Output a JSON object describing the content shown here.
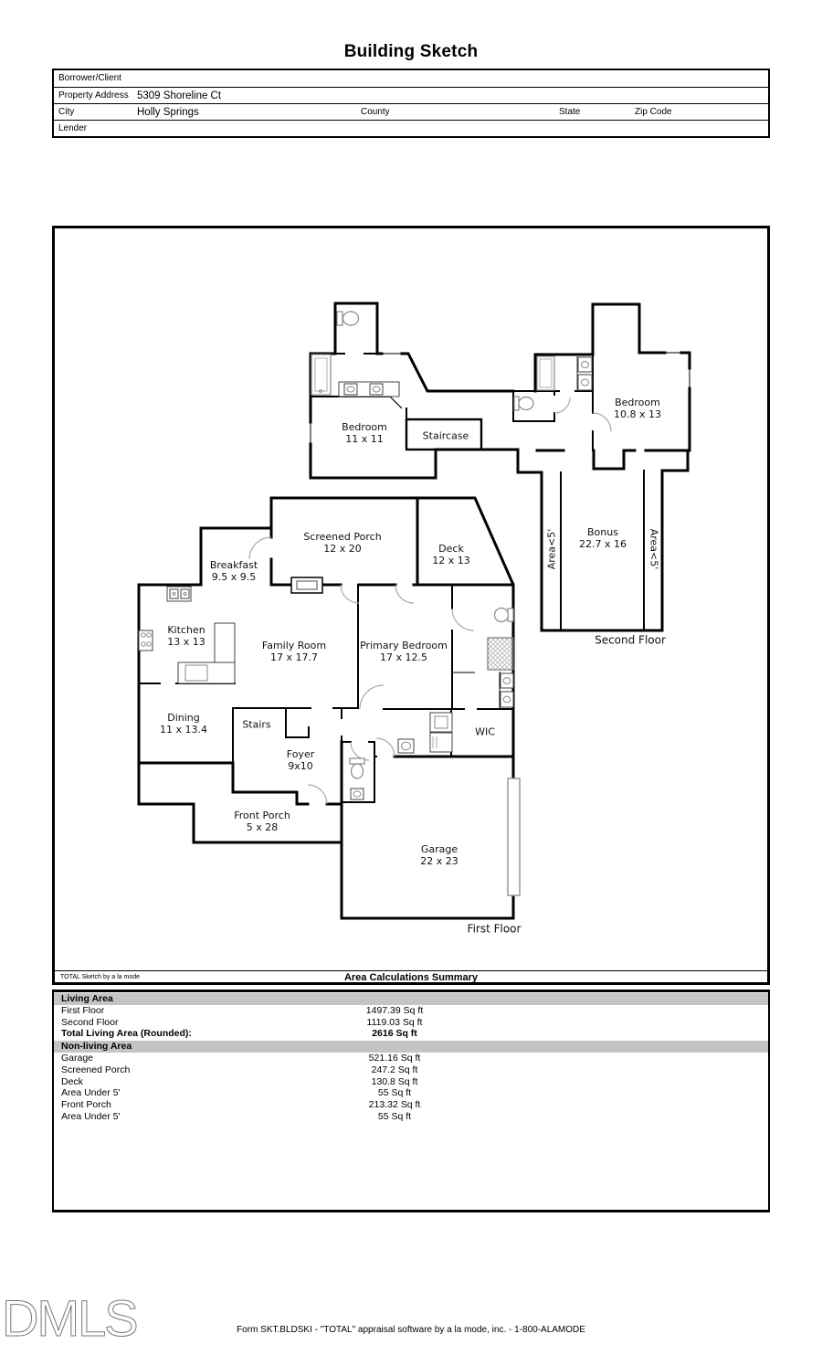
{
  "title": "Building Sketch",
  "header": {
    "borrower_label": "Borrower/Client",
    "property_address_label": "Property Address",
    "property_address_value": "5309 Shoreline Ct",
    "city_label": "City",
    "city_value": "Holly Springs",
    "county_label": "County",
    "state_label": "State",
    "zip_label": "Zip Code",
    "lender_label": "Lender"
  },
  "sketch": {
    "rooms": [
      {
        "id": "bedroom-11",
        "name": "Bedroom",
        "dims": "11 x 11"
      },
      {
        "id": "staircase",
        "name": "Staircase",
        "dims": ""
      },
      {
        "id": "bedroom-108",
        "name": "Bedroom",
        "dims": "10.8 x 13"
      },
      {
        "id": "area-under-5-left",
        "name": "Area<5'",
        "dims": ""
      },
      {
        "id": "bonus",
        "name": "Bonus",
        "dims": "22.7 x 16"
      },
      {
        "id": "area-under-5-right",
        "name": "Area<5'",
        "dims": ""
      },
      {
        "id": "screened-porch",
        "name": "Screened Porch",
        "dims": "12 x 20"
      },
      {
        "id": "deck",
        "name": "Deck",
        "dims": "12 x 13"
      },
      {
        "id": "breakfast",
        "name": "Breakfast",
        "dims": "9.5 x 9.5"
      },
      {
        "id": "kitchen",
        "name": "Kitchen",
        "dims": "13 x 13"
      },
      {
        "id": "family-room",
        "name": "Family Room",
        "dims": "17 x 17.7"
      },
      {
        "id": "primary-bedroom",
        "name": "Primary Bedroom",
        "dims": "17 x 12.5"
      },
      {
        "id": "dining",
        "name": "Dining",
        "dims": "11 x 13.4"
      },
      {
        "id": "stairs",
        "name": "Stairs",
        "dims": ""
      },
      {
        "id": "foyer",
        "name": "Foyer",
        "dims": "9x10"
      },
      {
        "id": "wic",
        "name": "WIC",
        "dims": ""
      },
      {
        "id": "front-porch",
        "name": "Front Porch",
        "dims": "5 x 28"
      },
      {
        "id": "garage",
        "name": "Garage",
        "dims": "22 x 23"
      }
    ],
    "floor_labels": {
      "first": "First Floor",
      "second": "Second Floor"
    }
  },
  "area_summary": {
    "branding": "TOTAL Sketch by a la mode",
    "title": "Area Calculations Summary",
    "living_header": "Living Area",
    "nonliving_header": "Non-living Area",
    "living_rows": [
      {
        "label": "First Floor",
        "value": "1497.39 Sq ft"
      },
      {
        "label": "Second Floor",
        "value": "1119.03 Sq ft"
      },
      {
        "label": "Total Living Area (Rounded):",
        "value": "2616 Sq ft"
      }
    ],
    "nonliving_rows": [
      {
        "label": "Garage",
        "value": "521.16 Sq ft"
      },
      {
        "label": "Screened Porch",
        "value": "247.2 Sq ft"
      },
      {
        "label": "Deck",
        "value": "130.8 Sq ft"
      },
      {
        "label": "Area Under 5'",
        "value": "55 Sq ft"
      },
      {
        "label": "Front Porch",
        "value": "213.32 Sq ft"
      },
      {
        "label": "Area Under 5'",
        "value": "55 Sq ft"
      }
    ]
  },
  "footer": {
    "watermark": "DMLS",
    "form_line": "Form SKT.BLDSKI - \"TOTAL\" appraisal software by a la mode, inc. - 1-800-ALAMODE"
  },
  "colors": {
    "wall": "#000000",
    "band_gray": "#c4c4c4",
    "fixture_gray": "#888888"
  }
}
